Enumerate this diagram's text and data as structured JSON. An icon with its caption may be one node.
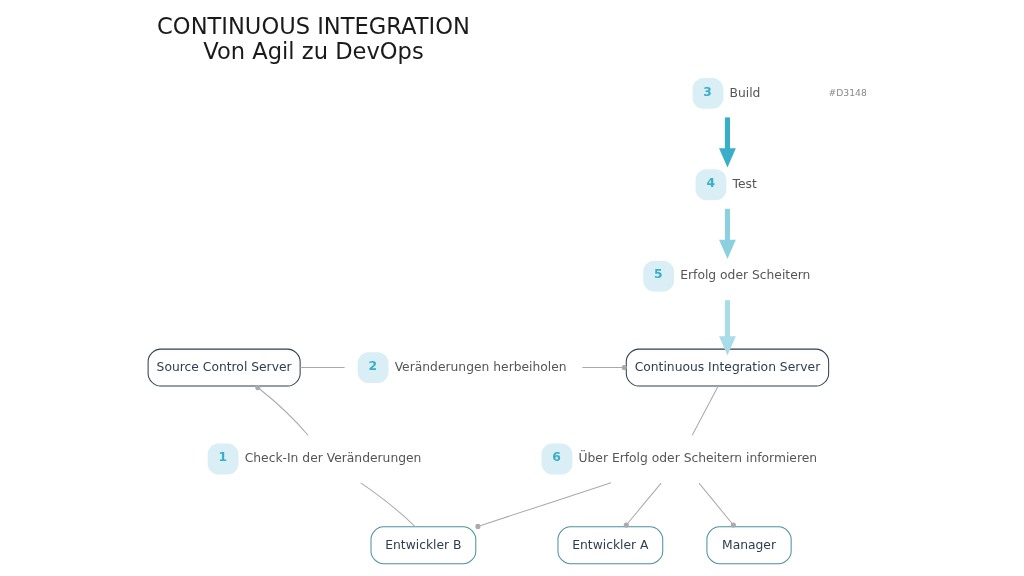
{
  "diagram": {
    "title": "CONTINUOUS INTEGRATION",
    "caption": "Von Agil zu DevOps",
    "nodes": [
      {
        "text": [
          "Source Control Server"
        ]
      },
      {
        "text": [
          "Continuous Integration Server"
        ]
      },
      {
        "text": [
          "1"
        ],
        "beside": [
          "Check-In der Veränderungen"
        ]
      },
      {
        "text": [
          "2"
        ],
        "beside": [
          "Veränderungen herbeiholen"
        ]
      },
      {
        "text": [
          "3"
        ],
        "beside": [
          "Build"
        ]
      },
      {
        "text": [
          "4"
        ],
        "beside": [
          "Test"
        ]
      },
      {
        "text": [
          "5"
        ],
        "beside": [
          "Erfolg oder Scheitern"
        ]
      },
      {
        "text": [
          "6"
        ],
        "beside": [
          "Über Erfolg oder Scheitern informieren"
        ]
      },
      {
        "text": [
          "Entwickler B"
        ]
      },
      {
        "text": [
          "Entwickler A"
        ]
      },
      {
        "text": [
          "Manager"
        ]
      }
    ],
    "edges": [
      {
        "from": 8,
        "to": 2,
        "arrow": "none"
      },
      {
        "from": 2,
        "to": 0,
        "arrow": "other"
      },
      {
        "from": 0,
        "to": 3,
        "arrow": "none"
      },
      {
        "from": 3,
        "to": 1,
        "arrow": "other"
      },
      {
        "from": 4,
        "to": 5,
        "arrow": "to",
        "style": "thick",
        "color": "#3aaec8"
      },
      {
        "from": 5,
        "to": 6,
        "arrow": "to",
        "style": "thick",
        "color": "#8ccfdf"
      },
      {
        "from": 6,
        "to": 1,
        "arrow": "to",
        "style": "thick",
        "color": "#a9dce8"
      },
      {
        "from": 1,
        "to": 7,
        "arrow": "none"
      },
      {
        "from": 7,
        "to": 8,
        "arrow": "other"
      },
      {
        "from": 7,
        "to": 9,
        "arrow": "other"
      },
      {
        "from": 7,
        "to": 10,
        "arrow": "other"
      }
    ],
    "labels": [
      "#D3148"
    ]
  }
}
